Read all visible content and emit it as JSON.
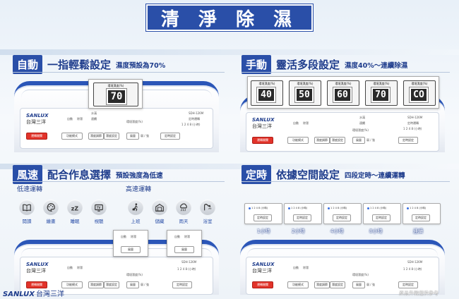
{
  "banner_title": "清 淨 除 濕",
  "colors": {
    "brand_blue": "#2a4fa8",
    "power_red": "#e2332a",
    "lcd_dark": "#2a2a2a"
  },
  "auto": {
    "tag": "自動",
    "title": "一指輕鬆設定",
    "subtitle": "濕度預設為70%",
    "lcd_caption": "環境濕度(%)",
    "lcd_value": "70"
  },
  "manual": {
    "tag": "手動",
    "title": "靈活多段設定",
    "subtitle": "濕度40%～連續除濕",
    "lcd_caption": "環境濕度(%)",
    "levels": [
      "40",
      "50",
      "60",
      "70",
      "CO"
    ]
  },
  "fan": {
    "tag": "風速",
    "title": "配合作息選擇",
    "subtitle": "預設強度為低速",
    "low_label": "低速運轉",
    "high_label": "高速運轉",
    "low_modes": [
      {
        "label": "閱讀",
        "icon": "book-icon"
      },
      {
        "label": "繪畫",
        "icon": "palette-icon"
      },
      {
        "label": "睡眠",
        "icon": "sleep-icon"
      },
      {
        "label": "視聽",
        "icon": "tv-icon"
      }
    ],
    "high_modes": [
      {
        "label": "上班",
        "icon": "briefcase-icon"
      },
      {
        "label": "儲藏",
        "icon": "storage-icon"
      },
      {
        "label": "雨天",
        "icon": "rain-icon"
      },
      {
        "label": "浴室",
        "icon": "shower-icon"
      }
    ]
  },
  "timer": {
    "tag": "定時",
    "title": "依據空間設定",
    "subtitle": "四段定時～連續運轉",
    "options": [
      "1小時",
      "2小時",
      "4小時",
      "8小時",
      "連續"
    ],
    "scale": "1 2 4 8 (小時)"
  },
  "panel": {
    "brand": "SANLUX",
    "brand_cn": "台灣三洋",
    "model": "SDH-126M",
    "power": "運轉開關",
    "mode": "功能模式",
    "humidity": "濕度調節",
    "airflow": "濕度設定",
    "fan": "風量",
    "timer": "定時設定",
    "fan_options": "弱 / 強",
    "ambient_label": "環境濕度(%)",
    "hint1": "自動",
    "hint2": "除濕",
    "hint3": "水滿",
    "hint4": "連續",
    "timer_label": "定時運轉"
  },
  "footer": {
    "brand": "SANLUX",
    "brand_cn": "台灣三洋",
    "note": "產品外觀僅供參考"
  }
}
